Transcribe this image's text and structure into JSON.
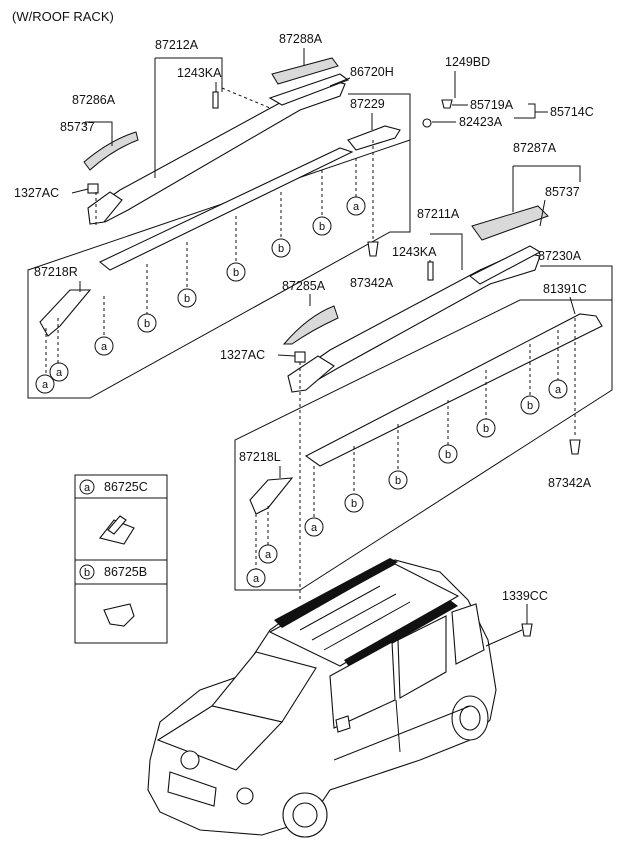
{
  "title": "(W/ROOF RACK)",
  "callouts": {
    "a": "a",
    "b": "b"
  },
  "parts": {
    "p87212A": "87212A",
    "p87288A": "87288A",
    "p1243KA_1": "1243KA",
    "p86720H": "86720H",
    "p87286A": "87286A",
    "p87229": "87229",
    "p85737_1": "85737",
    "p1327AC_1": "1327AC",
    "p1249BD": "1249BD",
    "p85719A": "85719A",
    "p85714C": "85714C",
    "p82423A": "82423A",
    "p87287A": "87287A",
    "p85737_2": "85737",
    "p87211A": "87211A",
    "p1243KA_2": "1243KA",
    "p87342A_1": "87342A",
    "p87218R": "87218R",
    "p87230A": "87230A",
    "p87285A": "87285A",
    "p81391C": "81391C",
    "p1327AC_2": "1327AC",
    "p87218L": "87218L",
    "p87342A_2": "87342A",
    "p1339CC": "1339CC"
  },
  "legend": {
    "a_code": "86725C",
    "b_code": "86725B"
  }
}
